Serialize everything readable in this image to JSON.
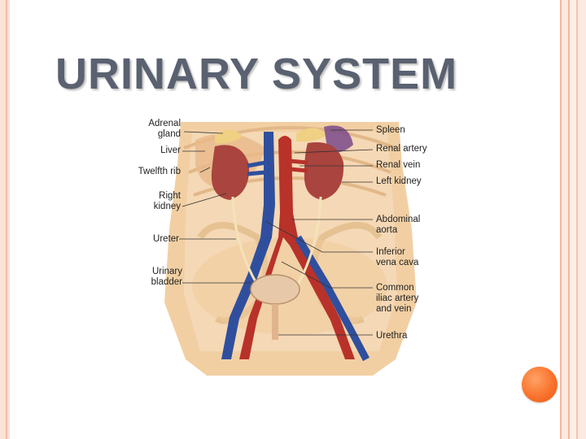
{
  "slide": {
    "title": "URINARY SYSTEM"
  },
  "diagram": {
    "labels_left": {
      "adrenal_gland": "Adrenal\ngland",
      "liver": "Liver",
      "twelfth_rib": "Twelfth rib",
      "right_kidney": "Right\nkidney",
      "ureter": "Ureter",
      "urinary_bladder": "Urinary\nbladder"
    },
    "labels_right": {
      "spleen": "Spleen",
      "renal_artery": "Renal artery",
      "renal_vein": "Renal vein",
      "left_kidney": "Left kidney",
      "abdominal_aorta": "Abdominal\naorta",
      "inferior_vena_cava": "Inferior\nvena cava",
      "common_iliac": "Common\niliac artery\nand vein",
      "urethra": "Urethra"
    }
  },
  "colors": {
    "title": "#5a6170",
    "accent_orb": "#f9732d",
    "frame": "#f3b6a0",
    "artery": "#b8322a",
    "vein": "#2f4f9e",
    "kidney": "#a9443e",
    "skin": "#f2cfa3"
  }
}
